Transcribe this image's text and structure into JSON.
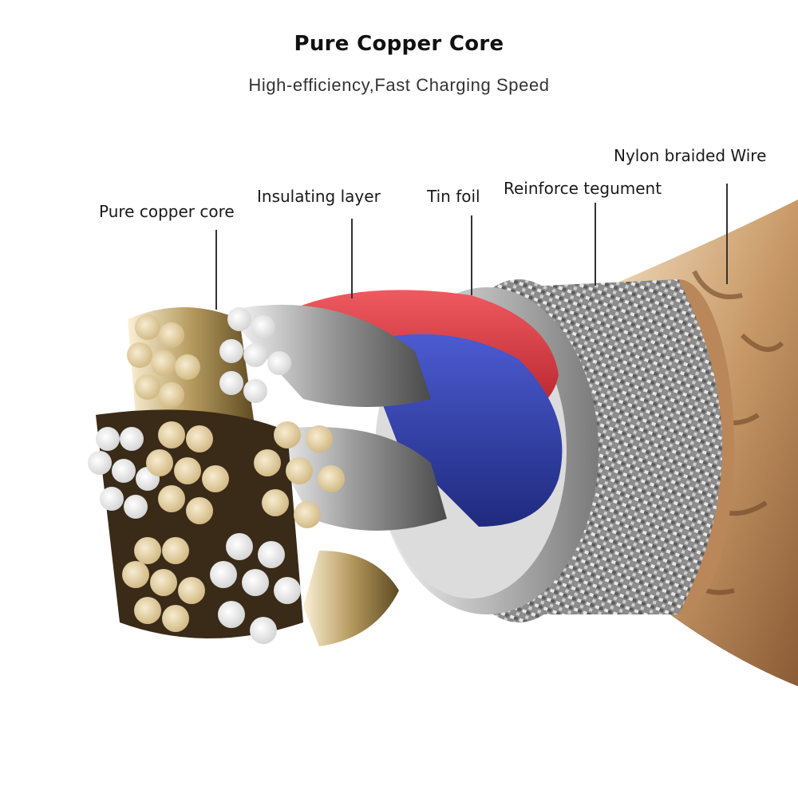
{
  "title": "Pure Copper Core",
  "subtitle": "High-efficiency,Fast Charging Speed",
  "labels": {
    "pure_copper_core": "Pure copper core",
    "insulating_layer": "Insulating layer",
    "tin_foil": "Tin foil",
    "reinforce_tegument": "Reinforce tegument",
    "nylon_braided_wire": "Nylon braided Wire"
  },
  "colors": {
    "insulation_red": "#d9333b",
    "insulation_blue": "#2b3ba8",
    "copper_gold": "#d9c08a",
    "silver_strand": "#e6e6e6",
    "nylon_beige": "#d8b48a"
  }
}
